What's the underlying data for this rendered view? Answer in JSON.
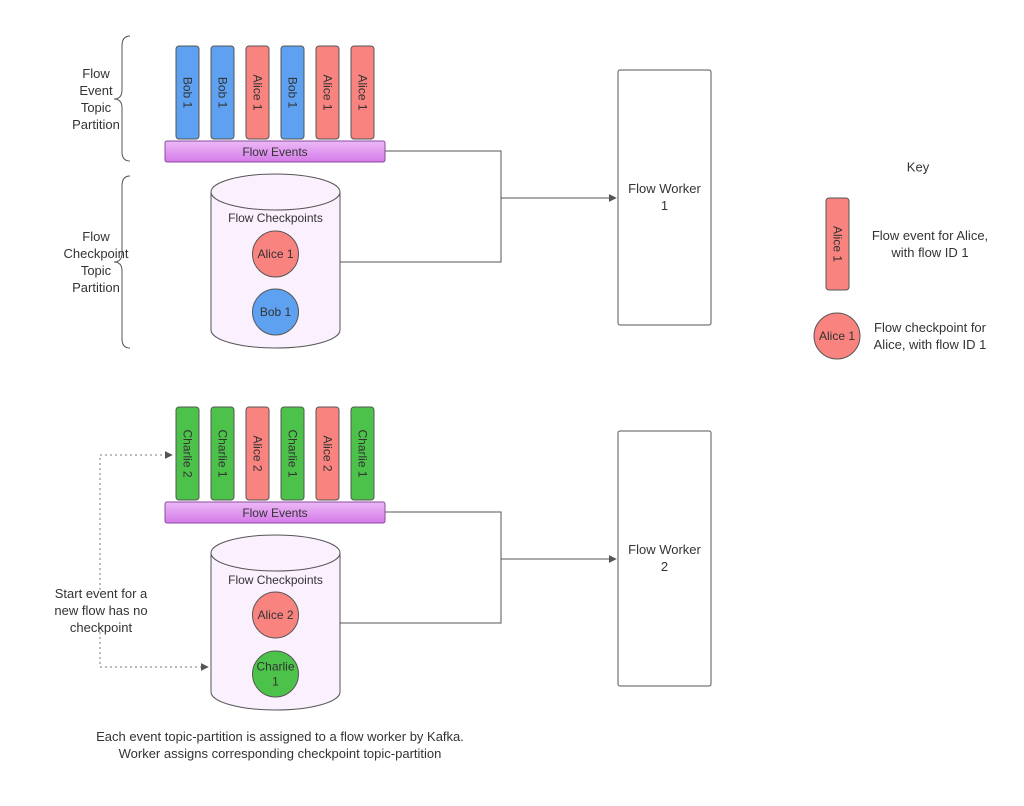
{
  "colors": {
    "alice": "#f8837f",
    "bob": "#5da1f0",
    "charlie": "#4cc24a",
    "flow_events_bar": "#dc84ee",
    "checkpoint_store": "#fbf0fd",
    "stroke": "#555555"
  },
  "section_labels": {
    "flow_event_topic_partition": "Flow\nEvent\nTopic\nPartition",
    "flow_checkpoint_topic_partition": "Flow\nCheckpoint\nTopic\nPartition"
  },
  "partitions": [
    {
      "events": [
        {
          "label": "Bob 1",
          "owner": "bob"
        },
        {
          "label": "Bob 1",
          "owner": "bob"
        },
        {
          "label": "Alice 1",
          "owner": "alice"
        },
        {
          "label": "Bob 1",
          "owner": "bob"
        },
        {
          "label": "Alice 1",
          "owner": "alice"
        },
        {
          "label": "Alice 1",
          "owner": "alice"
        }
      ],
      "events_bar_label": "Flow Events",
      "checkpoints_title": "Flow Checkpoints",
      "checkpoints": [
        {
          "label": "Alice 1",
          "owner": "alice"
        },
        {
          "label": "Bob 1",
          "owner": "bob"
        }
      ],
      "worker_label": "Flow Worker\n1"
    },
    {
      "events": [
        {
          "label": "Charlie 2",
          "owner": "charlie"
        },
        {
          "label": "Charlie 1",
          "owner": "charlie"
        },
        {
          "label": "Alice 2",
          "owner": "alice"
        },
        {
          "label": "Charlie 1",
          "owner": "charlie"
        },
        {
          "label": "Alice 2",
          "owner": "alice"
        },
        {
          "label": "Charlie 1",
          "owner": "charlie"
        }
      ],
      "events_bar_label": "Flow Events",
      "checkpoints_title": "Flow Checkpoints",
      "checkpoints": [
        {
          "label": "Alice 2",
          "owner": "alice"
        },
        {
          "label": "Charlie\n1",
          "owner": "charlie"
        }
      ],
      "worker_label": "Flow Worker\n2"
    }
  ],
  "start_event_note": "Start event for a\nnew flow has no\ncheckpoint",
  "key": {
    "title": "Key",
    "event_sample": {
      "label": "Alice 1",
      "owner": "alice"
    },
    "event_desc": "Flow event for Alice,\nwith flow ID 1",
    "checkpoint_sample": {
      "label": "Alice 1",
      "owner": "alice"
    },
    "checkpoint_desc": "Flow checkpoint for\nAlice, with flow ID 1"
  },
  "footer_note": "Each event topic-partition is assigned to a flow worker by Kafka.\nWorker assigns corresponding checkpoint topic-partition"
}
